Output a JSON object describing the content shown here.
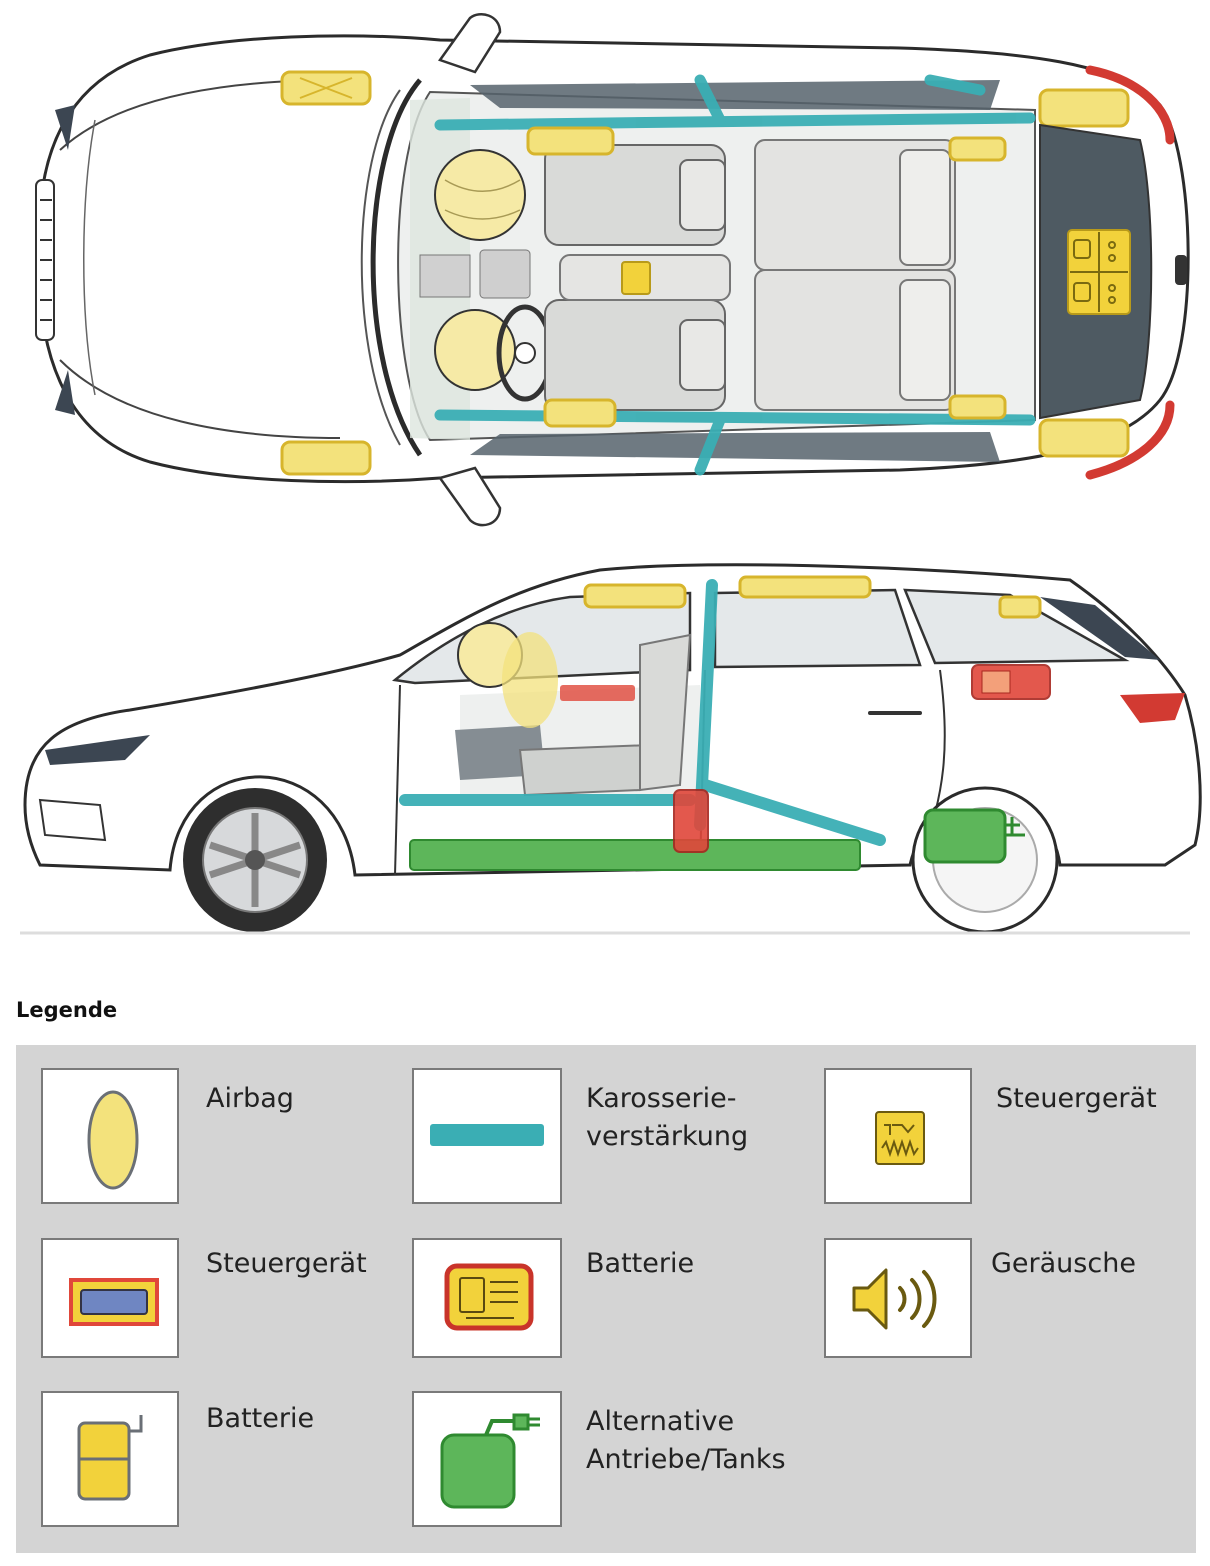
{
  "legend": {
    "title": "Legende",
    "items": [
      {
        "key": "airbag",
        "label": "Airbag",
        "icon": "airbag-icon",
        "color": "#f3e27c"
      },
      {
        "key": "reinforcement",
        "label": "Karosserie-\nverstärkung",
        "icon": "reinforcement-icon",
        "color": "#3aaeb4"
      },
      {
        "key": "control-unit-1",
        "label": "Steuergerät",
        "icon": "control-unit-icon",
        "color": "#f2d23b"
      },
      {
        "key": "control-unit-2",
        "label": "Steuergerät",
        "icon": "control-unit-frame-icon",
        "color": "#e0473a"
      },
      {
        "key": "battery-1",
        "label": "Batterie",
        "icon": "battery-pack-icon",
        "color": "#f2d23b"
      },
      {
        "key": "noise",
        "label": "Geräusche",
        "icon": "speaker-icon",
        "color": "#f2d23b"
      },
      {
        "key": "battery-2",
        "label": "Batterie",
        "icon": "battery-icon",
        "color": "#f2d23b"
      },
      {
        "key": "alt-drive",
        "label": "Alternative\nAntriebe/Tanks",
        "icon": "fuel-tank-icon",
        "color": "#5db65a"
      }
    ]
  }
}
